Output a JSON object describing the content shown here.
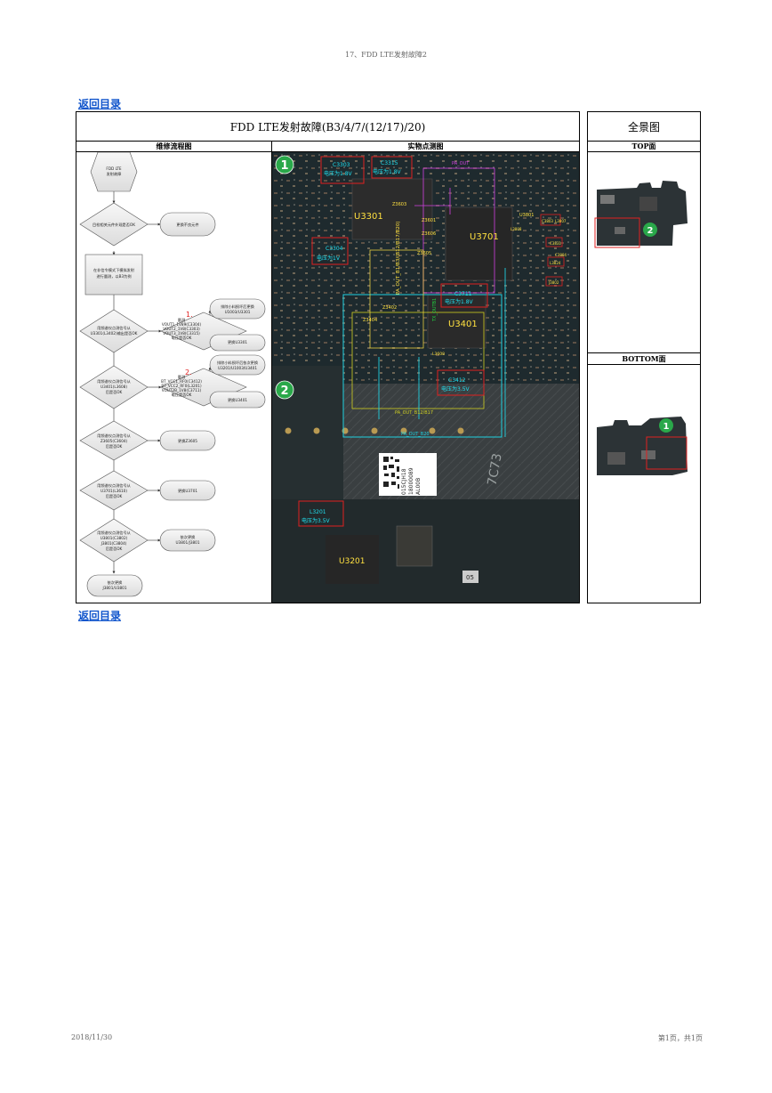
{
  "page": {
    "header": "17、FDD LTE发射故障2",
    "back_link_top": "返回目录",
    "back_link_bottom": "返回目录",
    "footer_date": "2018/11/30",
    "footer_page": "第1页，共1页"
  },
  "table": {
    "title": "FDD LTE发射故障(B3/4/7/(12/17)/20)",
    "flow_header": "维修流程图",
    "photo_header": "实物点测图",
    "overview_title": "全景图",
    "top_label": "TOP面",
    "bottom_label": "BOTTOM面"
  },
  "flow": {
    "start": [
      "FDD LTE",
      "发射故障"
    ],
    "d1": "目检相关元件外观是否OK",
    "a1": "更换不良元件",
    "p1": [
      "在非信令模式下模拟发射",
      "进行量测，以B3为例"
    ],
    "d2": [
      "用频谱仪点测信号从",
      "U3301(L3402)输出是否OK"
    ],
    "n1": "1.",
    "n2": "2.",
    "d3": [
      "量测",
      "VOUT1_1V89(C3304)",
      "VOUT2_1V8(C3303)",
      "VOUT3_1V8(C3315)",
      "电压是否OK"
    ],
    "a2": [
      "排除小料损坏后更换",
      "U1003/U3301"
    ],
    "a3": "更换U3301",
    "d4": [
      "用频谱仪点测信号从",
      "U3401(L3608)",
      "后是否OK"
    ],
    "d5": [
      "量测",
      "BT_VCC1_RF0(C3412)",
      "BT_VCC2_RF0(L3201)",
      "VOUT2B_1V8(C3711)",
      "电压是否OK"
    ],
    "a4": [
      "排除小料损坏后依次更换",
      "U3201/U1003/U3401"
    ],
    "a5": "更换U3401",
    "d6": [
      "用频谱仪点测信号从",
      "Z3605(C3604)",
      "后是否OK"
    ],
    "a6": "更换Z3605",
    "d7": [
      "用频谱仪点测信号从",
      "U3701(L3610)",
      "后是否OK"
    ],
    "a7": "更换U3701",
    "d8": [
      "用频谱仪点测信号从",
      "U3801(C3802)",
      "J3801(C3804)",
      "后是否OK"
    ],
    "a8": [
      "依次更换",
      "U3801/J3801"
    ],
    "end": [
      "依次更换",
      "J3801/U3801"
    ]
  },
  "photo": {
    "marker1": "1",
    "marker2": "2",
    "c3303": "C3303",
    "c3303_v": "电压为1.8V",
    "c3315": "C3315",
    "c3315_v": "电压为1.8V",
    "u3301": "U3301",
    "c3304": "C3304",
    "c3304_v": "电压为1V",
    "z3603": "Z3603",
    "z3601": "Z3601",
    "z3606": "Z3606",
    "z3605": "Z3605",
    "u3701": "U3701",
    "pa_out_top": "PA_OUT",
    "vert_label": "PA_OUT_B1/B3/(B12/B17/B20)",
    "ant_label": "TX_OUTB1",
    "u3801": "U3801",
    "c3803": "C3803",
    "l3807": "L3807",
    "l3808": "L3808",
    "c3831": "C3831",
    "c3804": "C3804",
    "l3824": "L3824",
    "j3802": "J3802",
    "c3711": "C3711",
    "c3711_v": "电压为1.8V",
    "u3401": "U3401",
    "z3404": "Z3404",
    "z3402": "Z3402",
    "l3608": "L3608",
    "c3412": "C3412",
    "c3412_v": "电压为3.5V",
    "pa_b12": "PA_OUT_B12/B17",
    "pa_b20": "PA_OUT_B20",
    "l3201": "L3201",
    "l3201_v": "电压为3.5V",
    "u3201": "U3201",
    "label_lines": [
      "015CJH18",
      "18000089",
      "AL00B"
    ],
    "chip_code": "7C73",
    "small_code": "05"
  },
  "overview": {
    "top_marker": "2",
    "bottom_marker": "1"
  },
  "colors": {
    "link": "#1155cc",
    "red_box": "#e02020",
    "cyan": "#20d0e0",
    "yellow": "#ffe040",
    "magenta": "#d040e0",
    "green_marker": "#2aa84a"
  }
}
